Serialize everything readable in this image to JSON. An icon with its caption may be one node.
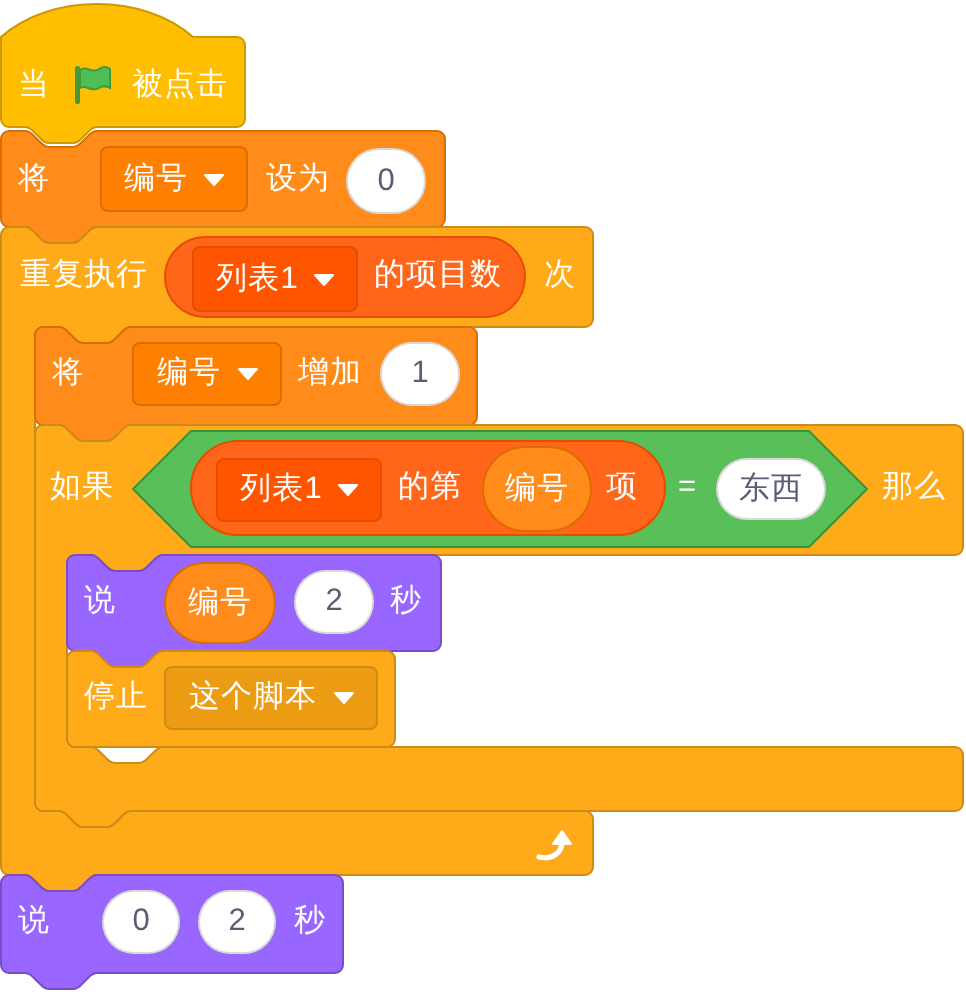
{
  "diagram": {
    "nodes": [
      {
        "text": [
          "当",
          "被点击"
        ]
      },
      {
        "text": [
          "将",
          "设为"
        ]
      },
      {
        "text": [
          "编号"
        ],
        "in": 1
      },
      {
        "text": [
          "0"
        ],
        "in": 1
      },
      {
        "text": [
          "重复执行",
          "次"
        ]
      },
      {
        "text": [
          "的项目数"
        ],
        "in": 4
      },
      {
        "text": [
          "列表1"
        ],
        "in": 5
      },
      {
        "text": [
          "将",
          "增加"
        ],
        "in": 4
      },
      {
        "text": [
          "编号"
        ],
        "in": 7
      },
      {
        "text": [
          "1"
        ],
        "in": 7
      },
      {
        "text": [
          "如果",
          "那么"
        ]
      },
      {
        "text": [
          "="
        ],
        "in": 10
      },
      {
        "text": [
          "的第",
          "项"
        ],
        "in": 11
      },
      {
        "text": [
          "列表1"
        ],
        "in": 12
      },
      {
        "text": [
          "编号"
        ],
        "in": 12
      },
      {
        "text": [
          "东西"
        ],
        "in": 11
      },
      {
        "text": [
          "说",
          "秒"
        ],
        "in": 10
      },
      {
        "text": [
          "编号"
        ],
        "in": 16
      },
      {
        "text": [
          "2"
        ],
        "in": 16
      },
      {
        "text": [
          "停止"
        ],
        "in": 10
      },
      {
        "text": [
          "这个脚本"
        ],
        "in": 19
      },
      {
        "text": [
          "说",
          "秒"
        ]
      },
      {
        "text": [
          "0"
        ],
        "in": 21
      },
      {
        "text": [
          "2"
        ],
        "in": 21
      }
    ]
  }
}
